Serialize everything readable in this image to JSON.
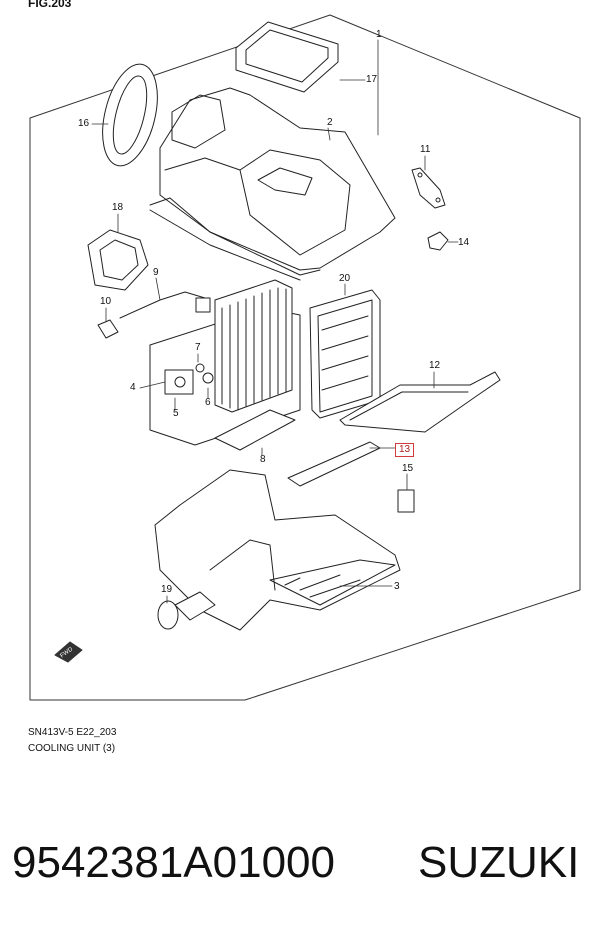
{
  "figure": {
    "title": "FIG.203",
    "code": "SN413V-5 E22_203",
    "name": "COOLING UNIT (3)"
  },
  "callouts": [
    {
      "id": "c1",
      "label": "1"
    },
    {
      "id": "c2",
      "label": "2"
    },
    {
      "id": "c3",
      "label": "3"
    },
    {
      "id": "c4",
      "label": "4"
    },
    {
      "id": "c5",
      "label": "5"
    },
    {
      "id": "c6",
      "label": "6"
    },
    {
      "id": "c7",
      "label": "7"
    },
    {
      "id": "c8",
      "label": "8"
    },
    {
      "id": "c9",
      "label": "9"
    },
    {
      "id": "c10",
      "label": "10"
    },
    {
      "id": "c11",
      "label": "11"
    },
    {
      "id": "c12",
      "label": "12"
    },
    {
      "id": "c13",
      "label": "13"
    },
    {
      "id": "c14",
      "label": "14"
    },
    {
      "id": "c15",
      "label": "15"
    },
    {
      "id": "c16",
      "label": "16"
    },
    {
      "id": "c17",
      "label": "17"
    },
    {
      "id": "c18",
      "label": "18"
    },
    {
      "id": "c19",
      "label": "19"
    },
    {
      "id": "c20",
      "label": "20"
    }
  ],
  "fwd_label": "FWD",
  "part_number": "9542381A01000",
  "brand": "SUZUKI",
  "highlight_color": "#d23b3b"
}
